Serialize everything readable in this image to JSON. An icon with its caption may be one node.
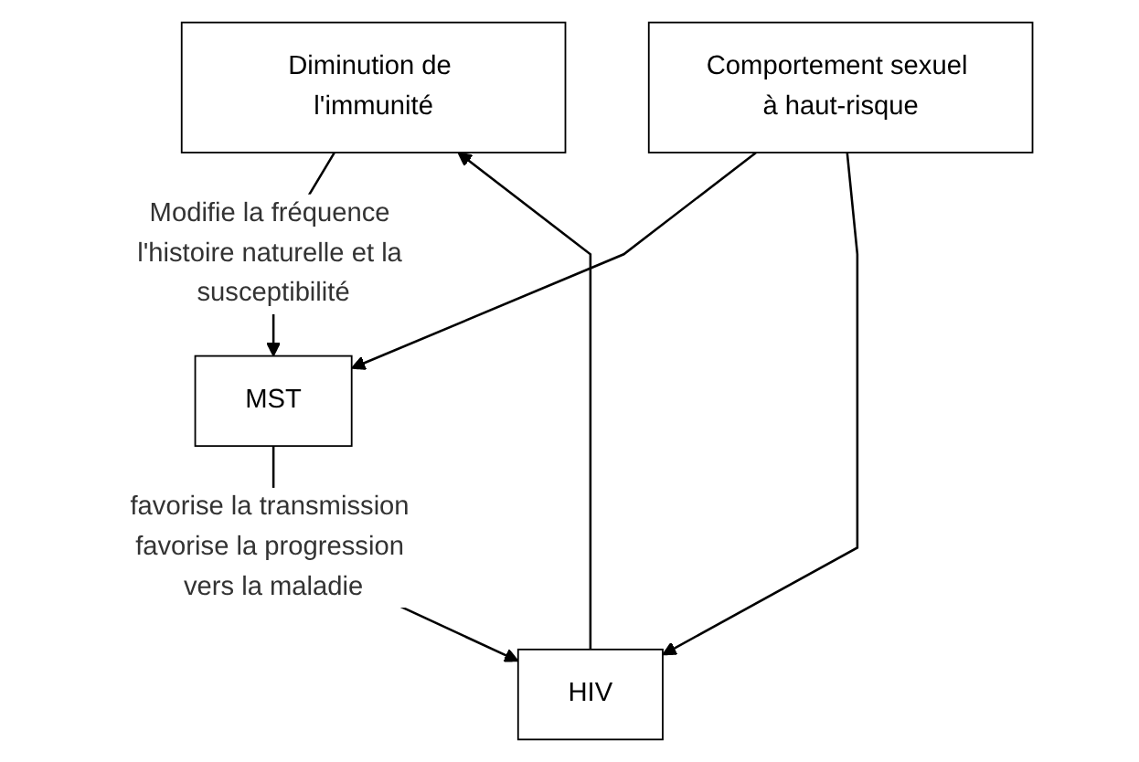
{
  "diagram": {
    "nodes": [
      {
        "text": [
          "Diminution de l'immunité"
        ]
      },
      {
        "text": [
          "MST"
        ]
      },
      {
        "text": [
          "HIV"
        ]
      },
      {
        "text": [
          "Comportement sexuel à haut-risque"
        ]
      }
    ],
    "edges": [
      {
        "from": 0,
        "to": 1,
        "arrow": "to",
        "label": "Modifie la fréquence l'histoire naturelle et la susceptibilité"
      },
      {
        "from": 1,
        "to": 2,
        "arrow": "to",
        "label": "favorise la transmission favorise la progression vers la maladie"
      },
      {
        "from": 2,
        "to": 0,
        "arrow": "to"
      },
      {
        "from": 3,
        "to": 1,
        "arrow": "to"
      },
      {
        "from": 3,
        "to": 2,
        "arrow": "to"
      }
    ]
  }
}
